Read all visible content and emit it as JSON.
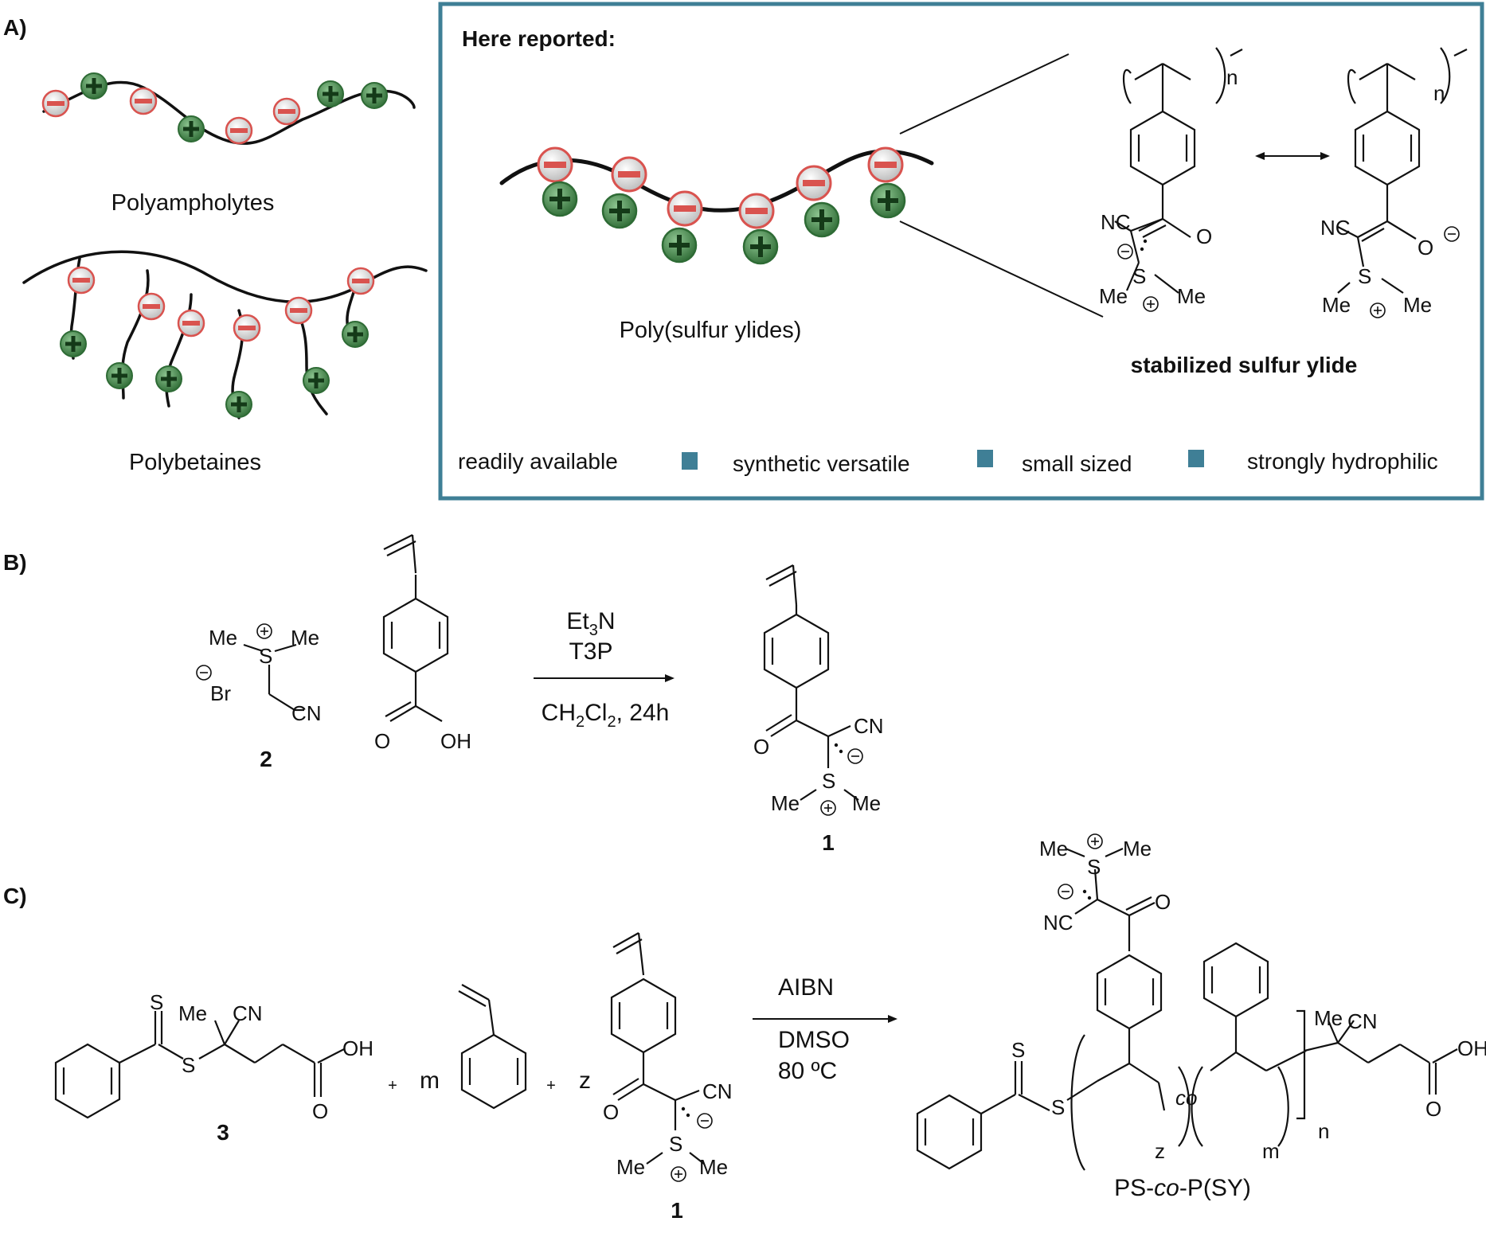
{
  "panels": {
    "a": "A)",
    "b": "B)",
    "c": "C)"
  },
  "panelA": {
    "polyampholytes": "Polyampholytes",
    "polybetaines": "Polybetaines",
    "box_title": "Here reported:",
    "poly_sy": "Poly(sulfur ylides)",
    "stabilized": "stabilized sulfur ylide",
    "features": [
      "readily available",
      "synthetic versatile",
      "small sized",
      "strongly hydrophilic"
    ],
    "colors": {
      "box_border": "#3f7f96",
      "bullet": "#3f7f96",
      "negative": "#d9534f",
      "positive": "#2e6b35"
    },
    "chem": {
      "n": "n",
      "nc": "NC",
      "o": "O",
      "s": "S",
      "me": "Me"
    }
  },
  "panelB": {
    "me": "Me",
    "s": "S",
    "br": "Br",
    "cn": "CN",
    "o": "O",
    "oh": "OH",
    "label2": "2",
    "label1": "1",
    "reagent1": "Et3N",
    "reagent2": "T3P",
    "conditions": "CH2Cl2, 24h"
  },
  "panelC": {
    "s": "S",
    "me": "Me",
    "cn": "CN",
    "oh": "OH",
    "o": "O",
    "label3": "3",
    "label1": "1",
    "plus": "+",
    "m": "m",
    "z": "z",
    "n": "n",
    "co": "co",
    "reagent1": "AIBN",
    "reagent2": "DMSO",
    "temp": "80 ºC",
    "product": "PS-co-P(SY)"
  }
}
